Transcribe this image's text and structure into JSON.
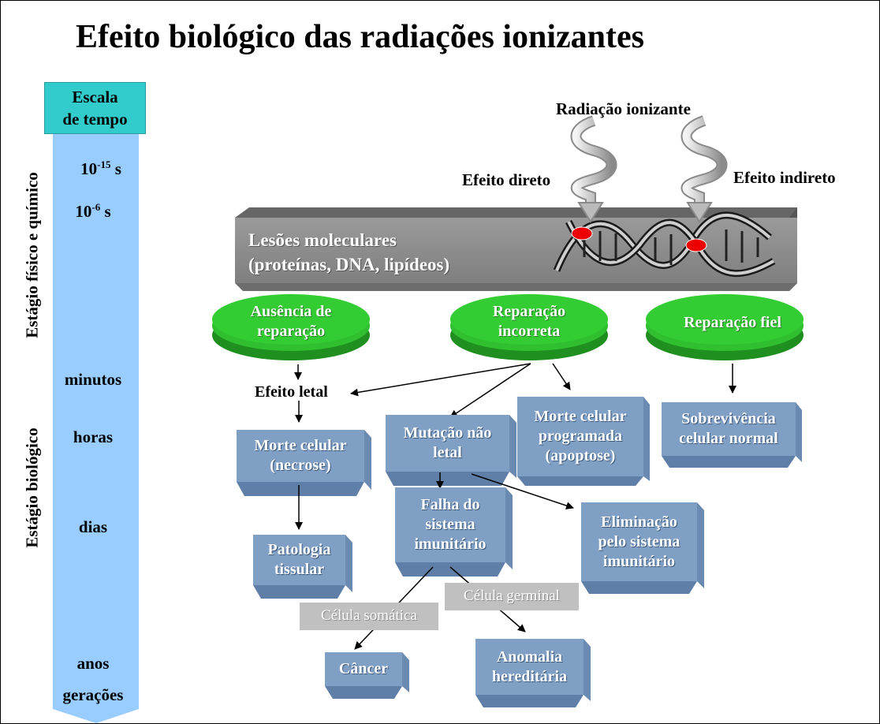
{
  "title": "Efeito biológico das radiações ionizantes",
  "time_scale": {
    "header_line1": "Escala",
    "header_line2": "de tempo",
    "ticks": {
      "t1_base": "10",
      "t1_exp": "-15",
      "t1_unit": " s",
      "t2_base": "10",
      "t2_exp": "-6",
      "t2_unit": " s",
      "minutes": "minutos",
      "hours": "horas",
      "days": "dias",
      "years": "anos",
      "generations": "gerações"
    },
    "stage_physchem": "Estágio físico e químico",
    "stage_bio": "Estágio biológico"
  },
  "radiation": {
    "label": "Radiação ionizante",
    "direct": "Efeito direto",
    "indirect": "Efeito indireto"
  },
  "lesion_bar": {
    "line1": "Lesões moleculares",
    "line2": "(proteínas, DNA, lipídeos)"
  },
  "ovals": {
    "no_repair_line1": "Ausência de",
    "no_repair_line2": "reparação",
    "incorrect_line1": "Reparação",
    "incorrect_line2": "incorreta",
    "faithful": "Reparação fiel"
  },
  "lethal_effect": "Efeito letal",
  "boxes": {
    "necrose_line1": "Morte celular",
    "necrose_line2": "(necrose)",
    "mutation_line1": "Mutação não",
    "mutation_line2": "letal",
    "apoptosis_line1": "Morte celular",
    "apoptosis_line2": "programada",
    "apoptosis_line3": "(apoptose)",
    "survival_line1": "Sobrevivência",
    "survival_line2": "celular normal",
    "pathology_line1": "Patologia",
    "pathology_line2": "tissular",
    "immune_fail_line1": "Falha do",
    "immune_fail_line2": "sistema",
    "immune_fail_line3": "imunitário",
    "elimination_line1": "Eliminação",
    "elimination_line2": "pelo sistema",
    "elimination_line3": "imunitário",
    "cancer": "Câncer",
    "hereditary_line1": "Anomalia",
    "hereditary_line2": "hereditária"
  },
  "cell_types": {
    "somatic": "Célula somática",
    "germinal": "Célula germinal"
  },
  "colors": {
    "teal": "#33cccc",
    "timeline": "#99ccff",
    "box_blue": "#7f9fc4",
    "box_edge": "#5f7fa8",
    "oval_green": "#33cc33",
    "bar_gray": "#8c8c8c",
    "label_gray": "#c0c0c0"
  }
}
